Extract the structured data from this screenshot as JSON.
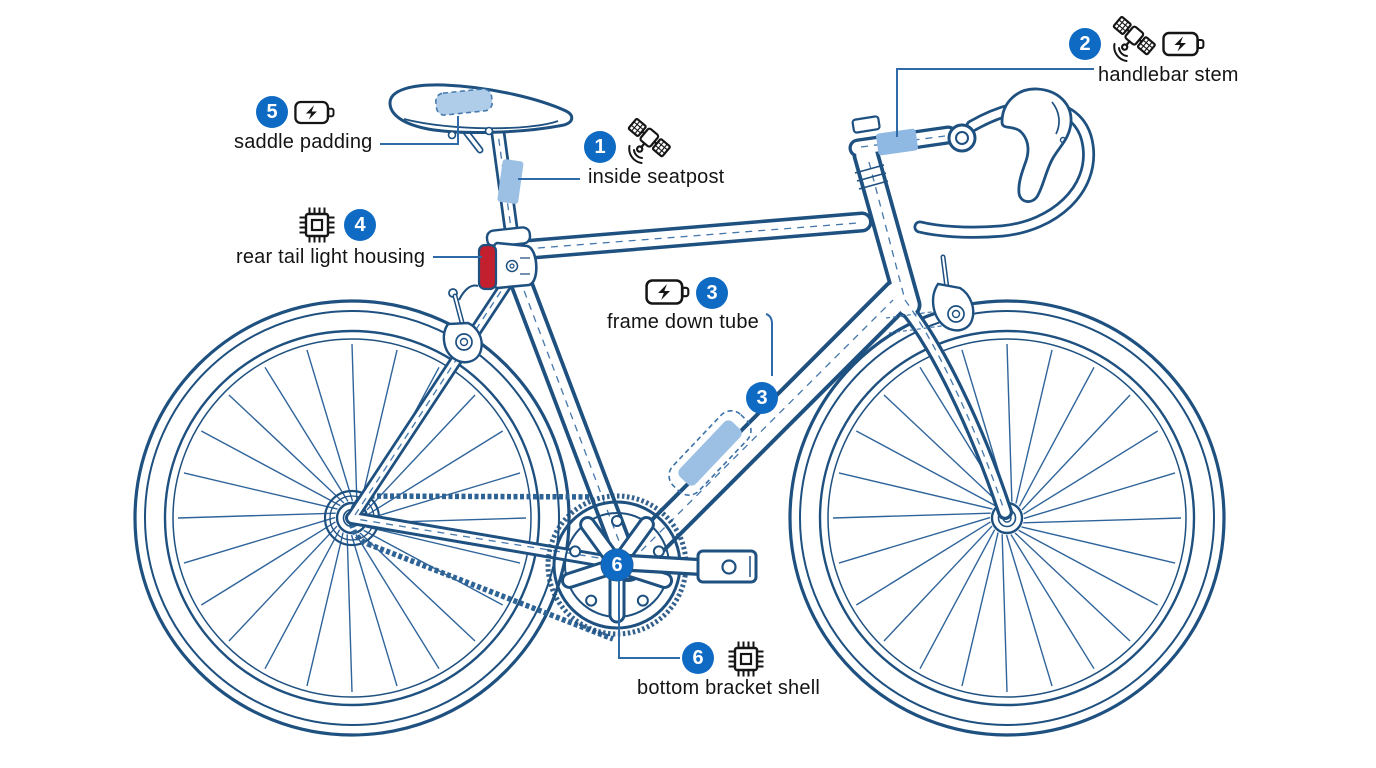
{
  "callouts": [
    {
      "number": "1",
      "label": "inside seatpost",
      "icons": [
        "satellite"
      ]
    },
    {
      "number": "2",
      "label": "handlebar stem",
      "icons": [
        "satellite",
        "battery"
      ]
    },
    {
      "number": "3",
      "label": "frame down tube",
      "icons": [
        "battery"
      ]
    },
    {
      "number": "4",
      "label": "rear tail light housing",
      "icons": [
        "chip"
      ]
    },
    {
      "number": "5",
      "label": "saddle padding",
      "icons": [
        "battery"
      ]
    },
    {
      "number": "6",
      "label": "bottom bracket shell",
      "icons": [
        "chip"
      ]
    }
  ],
  "colors": {
    "outline": "#1e5080",
    "thin_line": "#2f649b",
    "dashed_line": "#4678ab",
    "leader": "#2e6ba8",
    "badge": "#0f6ac4",
    "device_fill": "#9cc0e4",
    "device_fill_light": "#a9c8e8",
    "tail_light_red": "#c21f2f",
    "icon_ink": "#151515",
    "label_text": "#141414",
    "background": "#ffffff"
  }
}
